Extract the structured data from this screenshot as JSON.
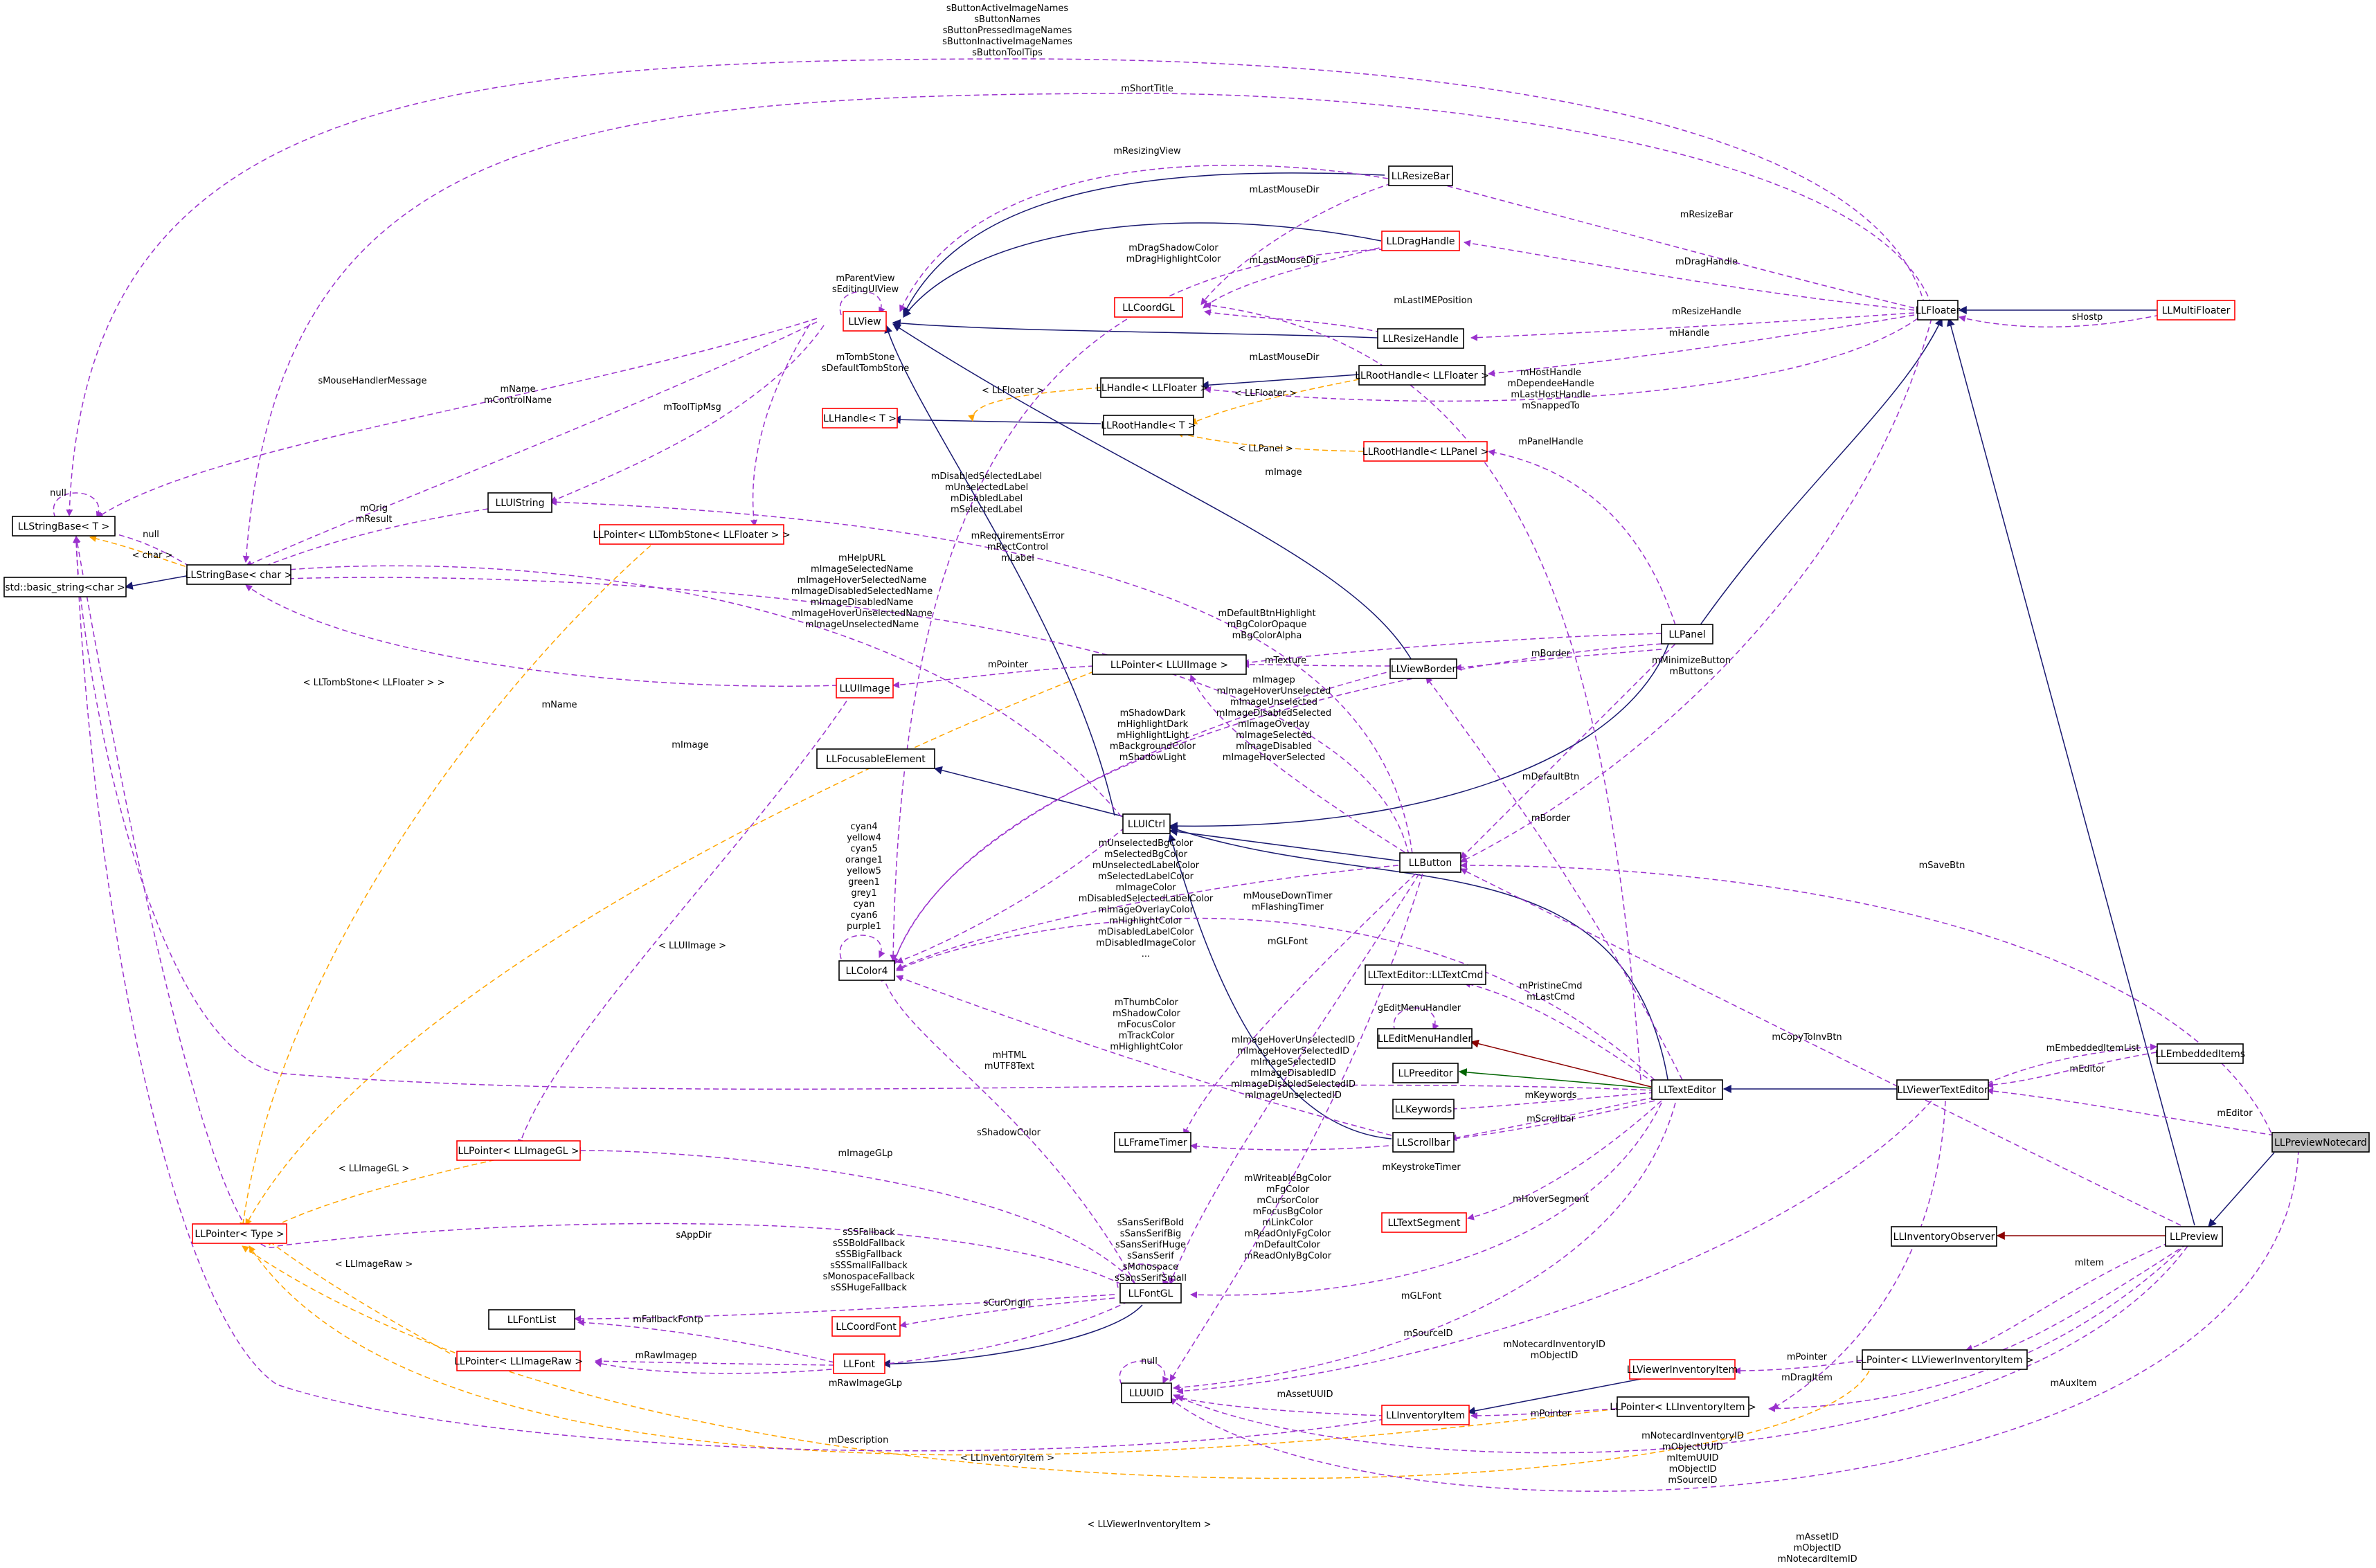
{
  "nodes": [
    {
      "id": "n_stringbaseT",
      "label": "LLStringBase< T >",
      "border": "black"
    },
    {
      "id": "n_basic_string",
      "label": "std::basic_string<char >",
      "border": "black"
    },
    {
      "id": "n_stringbase_char",
      "label": "LLStringBase< char >",
      "border": "black"
    },
    {
      "id": "n_pointer_type",
      "label": "LLPointer< Type >",
      "border": "red"
    },
    {
      "id": "n_uistring",
      "label": "LLUIString",
      "border": "black"
    },
    {
      "id": "n_pointer_tombstone",
      "label": "LLPointer< LLTombStone< LLFloater > >",
      "border": "red"
    },
    {
      "id": "n_llview",
      "label": "LLView",
      "border": "red"
    },
    {
      "id": "n_handleT",
      "label": "LLHandle< T >",
      "border": "red"
    },
    {
      "id": "n_coordgl",
      "label": "LLCoordGL",
      "border": "red"
    },
    {
      "id": "n_resizebar",
      "label": "LLResizeBar",
      "border": "black"
    },
    {
      "id": "n_draghandle",
      "label": "LLDragHandle",
      "border": "red"
    },
    {
      "id": "n_resizehandle",
      "label": "LLResizeHandle",
      "border": "black"
    },
    {
      "id": "n_handle_floater",
      "label": "LLHandle< LLFloater >",
      "border": "black"
    },
    {
      "id": "n_roothandleT",
      "label": "LLRootHandle< T >",
      "border": "black"
    },
    {
      "id": "n_roothandle_floater",
      "label": "LLRootHandle< LLFloater >",
      "border": "black"
    },
    {
      "id": "n_roothandle_panel",
      "label": "LLRootHandle< LLPanel >",
      "border": "red"
    },
    {
      "id": "n_floater",
      "label": "LLFloater",
      "border": "black"
    },
    {
      "id": "n_multifloater",
      "label": "LLMultiFloater",
      "border": "red"
    },
    {
      "id": "n_uiimage",
      "label": "LLUIImage",
      "border": "red"
    },
    {
      "id": "n_pointer_uiimage",
      "label": "LLPointer< LLUIImage >",
      "border": "black"
    },
    {
      "id": "n_viewborder",
      "label": "LLViewBorder",
      "border": "black"
    },
    {
      "id": "n_panel",
      "label": "LLPanel",
      "border": "black"
    },
    {
      "id": "n_focusable",
      "label": "LLFocusableElement",
      "border": "black"
    },
    {
      "id": "n_uictrl",
      "label": "LLUICtrl",
      "border": "black"
    },
    {
      "id": "n_button",
      "label": "LLButton",
      "border": "black"
    },
    {
      "id": "n_color4",
      "label": "LLColor4",
      "border": "black"
    },
    {
      "id": "n_textcmd",
      "label": "LLTextEditor::LLTextCmd",
      "border": "black"
    },
    {
      "id": "n_editmenuhandler",
      "label": "LLEditMenuHandler",
      "border": "black"
    },
    {
      "id": "n_preeditor",
      "label": "LLPreeditor",
      "border": "black"
    },
    {
      "id": "n_keywords",
      "label": "LLKeywords",
      "border": "black"
    },
    {
      "id": "n_scrollbar",
      "label": "LLScrollbar",
      "border": "black"
    },
    {
      "id": "n_frametimer",
      "label": "LLFrameTimer",
      "border": "black"
    },
    {
      "id": "n_texteditor",
      "label": "LLTextEditor",
      "border": "black"
    },
    {
      "id": "n_textsegment",
      "label": "LLTextSegment",
      "border": "red"
    },
    {
      "id": "n_viewertexteditor",
      "label": "LLViewerTextEditor",
      "border": "black"
    },
    {
      "id": "n_embeddeditems",
      "label": "LLEmbeddedItems",
      "border": "black"
    },
    {
      "id": "n_previewnotecard",
      "label": "LLPreviewNotecard",
      "border": "black",
      "fill": "#bfbfbf"
    },
    {
      "id": "n_inventoryobserver",
      "label": "LLInventoryObserver",
      "border": "black"
    },
    {
      "id": "n_preview",
      "label": "LLPreview",
      "border": "black"
    },
    {
      "id": "n_pointer_imagegl",
      "label": "LLPointer< LLImageGL >",
      "border": "red"
    },
    {
      "id": "n_fontgl",
      "label": "LLFontGL",
      "border": "black"
    },
    {
      "id": "n_fontlist",
      "label": "LLFontList",
      "border": "black"
    },
    {
      "id": "n_coordfont",
      "label": "LLCoordFont",
      "border": "red"
    },
    {
      "id": "n_pointer_imageraw",
      "label": "LLPointer< LLImageRaw >",
      "border": "red"
    },
    {
      "id": "n_llfont",
      "label": "LLFont",
      "border": "red"
    },
    {
      "id": "n_lluuid",
      "label": "LLUUID",
      "border": "black"
    },
    {
      "id": "n_viewerinventoryitem",
      "label": "LLViewerInventoryItem",
      "border": "red"
    },
    {
      "id": "n_inventoryitem",
      "label": "LLInventoryItem",
      "border": "red"
    },
    {
      "id": "n_pointer_inventoryitem",
      "label": "LLPointer< LLInventoryItem >",
      "border": "black"
    },
    {
      "id": "n_pointer_viewerinventoryitem",
      "label": "LLPointer< LLViewerInventoryItem >",
      "border": "black"
    }
  ],
  "edge_labels": [
    {
      "id": "l1",
      "lines": [
        "sButtonActiveImageNames",
        "sButtonNames",
        "sButtonPressedImageNames",
        "sButtonInactiveImageNames",
        "sButtonToolTips"
      ]
    },
    {
      "id": "l2",
      "lines": [
        "mShortTitle"
      ]
    },
    {
      "id": "l3",
      "lines": [
        "mResizingView"
      ]
    },
    {
      "id": "l4",
      "lines": [
        "mLastMouseDir"
      ]
    },
    {
      "id": "l5",
      "lines": [
        "mDragShadowColor",
        "mDragHighlightColor"
      ]
    },
    {
      "id": "l6",
      "lines": [
        "mLastMouseDir"
      ]
    },
    {
      "id": "l7",
      "lines": [
        "mParentView",
        "sEditingUIView"
      ]
    },
    {
      "id": "l8",
      "lines": [
        "mLastMouseDir"
      ]
    },
    {
      "id": "l9",
      "lines": [
        "mLastIMEPosition"
      ]
    },
    {
      "id": "l10",
      "lines": [
        "mResizeBar"
      ]
    },
    {
      "id": "l11",
      "lines": [
        "mDragHandle"
      ]
    },
    {
      "id": "l12",
      "lines": [
        "mResizeHandle"
      ]
    },
    {
      "id": "l13",
      "lines": [
        "mHandle"
      ]
    },
    {
      "id": "l14",
      "lines": [
        "sHostp"
      ]
    },
    {
      "id": "l15",
      "lines": [
        "mHostHandle",
        "mDependeeHandle",
        "mLastHostHandle",
        "mSnappedTo"
      ]
    },
    {
      "id": "l16",
      "lines": [
        "< LLFloater >"
      ]
    },
    {
      "id": "l17",
      "lines": [
        "< LLFloater >"
      ]
    },
    {
      "id": "l18",
      "lines": [
        "< LLPanel >"
      ]
    },
    {
      "id": "l19",
      "lines": [
        "mPanelHandle"
      ]
    },
    {
      "id": "l20",
      "lines": [
        "mTombStone",
        "sDefaultTombStone"
      ]
    },
    {
      "id": "l21",
      "lines": [
        "sMouseHandlerMessage"
      ]
    },
    {
      "id": "l22",
      "lines": [
        "mName",
        "mControlName"
      ]
    },
    {
      "id": "l23",
      "lines": [
        "mToolTipMsg"
      ]
    },
    {
      "id": "l24",
      "lines": [
        "null"
      ]
    },
    {
      "id": "l25",
      "lines": [
        "null"
      ]
    },
    {
      "id": "l26",
      "lines": [
        "< char >"
      ]
    },
    {
      "id": "l27",
      "lines": [
        "mOrig",
        "mResult"
      ]
    },
    {
      "id": "l28",
      "lines": [
        "mImage"
      ]
    },
    {
      "id": "l29",
      "lines": [
        "mDisabledSelectedLabel",
        "mUnselectedLabel",
        "mDisabledLabel",
        "mSelectedLabel"
      ]
    },
    {
      "id": "l30",
      "lines": [
        "mRequirementsError",
        "mRectControl",
        "mLabel"
      ]
    },
    {
      "id": "l31",
      "lines": [
        "mHelpURL",
        "mImageSelectedName",
        "mImageHoverSelectedName",
        "mImageDisabledSelectedName",
        "mImageDisabledName",
        "mImageHoverUnselectedName",
        "mImageUnselectedName"
      ]
    },
    {
      "id": "l32",
      "lines": [
        "mDefaultBtnHighlight",
        "mBgColorOpaque",
        "mBgColorAlpha"
      ]
    },
    {
      "id": "l33",
      "lines": [
        "mTexture"
      ]
    },
    {
      "id": "l34",
      "lines": [
        "mBorder"
      ]
    },
    {
      "id": "l35",
      "lines": [
        "mMinimizeButton",
        "mButtons"
      ]
    },
    {
      "id": "l36",
      "lines": [
        "mPointer"
      ]
    },
    {
      "id": "l37",
      "lines": [
        "< LLTombStone< LLFloater > >"
      ]
    },
    {
      "id": "l38",
      "lines": [
        "mName"
      ]
    },
    {
      "id": "l39",
      "lines": [
        "mImagep",
        "mImageHoverUnselected",
        "mImageUnselected",
        "mImageDisabledSelected",
        "mImageOverlay",
        "mImageSelected",
        "mImageDisabled",
        "mImageHoverSelected"
      ]
    },
    {
      "id": "l40",
      "lines": [
        "mShadowDark",
        "mHighlightDark",
        "mHighlightLight",
        "mBackgroundColor",
        "mShadowLight"
      ]
    },
    {
      "id": "l41",
      "lines": [
        "mImage"
      ]
    },
    {
      "id": "l42",
      "lines": [
        "mDefaultBtn"
      ]
    },
    {
      "id": "l43",
      "lines": [
        "mBorder"
      ]
    },
    {
      "id": "l44",
      "lines": [
        "mSaveBtn"
      ]
    },
    {
      "id": "l45",
      "lines": [
        "cyan4",
        "yellow4",
        "cyan5",
        "orange1",
        "yellow5",
        "green1",
        "grey1",
        "cyan",
        "cyan6",
        "purple1"
      ]
    },
    {
      "id": "l46",
      "lines": [
        "mUnselectedBgColor",
        "mSelectedBgColor",
        "mUnselectedLabelColor",
        "mSelectedLabelColor",
        "mImageColor",
        "mDisabledSelectedLabelColor",
        "mImageOverlayColor",
        "mHighlightColor",
        "mDisabledLabelColor",
        "mDisabledImageColor",
        "..."
      ]
    },
    {
      "id": "l47",
      "lines": [
        "mMouseDownTimer",
        "mFlashingTimer"
      ]
    },
    {
      "id": "l48",
      "lines": [
        "mGLFont"
      ]
    },
    {
      "id": "l49",
      "lines": [
        "mPristineCmd",
        "mLastCmd"
      ]
    },
    {
      "id": "l50",
      "lines": [
        "gEditMenuHandler"
      ]
    },
    {
      "id": "l51",
      "lines": [
        "< LLUIImage >"
      ]
    },
    {
      "id": "l52",
      "lines": [
        "mThumbColor",
        "mShadowColor",
        "mFocusColor",
        "mTrackColor",
        "mHighlightColor"
      ]
    },
    {
      "id": "l53",
      "lines": [
        "mHTML",
        "mUTF8Text"
      ]
    },
    {
      "id": "l54",
      "lines": [
        "mImageHoverUnselectedID",
        "mImageHoverSelectedID",
        "mImageSelectedID",
        "mImageDisabledID",
        "mImageDisabledSelectedID",
        "mImageUnselectedID"
      ]
    },
    {
      "id": "l55",
      "lines": [
        "mKeywords"
      ]
    },
    {
      "id": "l56",
      "lines": [
        "mScrollbar"
      ]
    },
    {
      "id": "l57",
      "lines": [
        "mCopyToInvBtn"
      ]
    },
    {
      "id": "l58",
      "lines": [
        "mEmbeddedItemList"
      ]
    },
    {
      "id": "l59",
      "lines": [
        "mEditor"
      ]
    },
    {
      "id": "l60",
      "lines": [
        "mEditor"
      ]
    },
    {
      "id": "l61",
      "lines": [
        "sShadowColor"
      ]
    },
    {
      "id": "l62",
      "lines": [
        "< LLImageGL >"
      ]
    },
    {
      "id": "l63",
      "lines": [
        "mImageGLp"
      ]
    },
    {
      "id": "l64",
      "lines": [
        "mKeystrokeTimer"
      ]
    },
    {
      "id": "l65",
      "lines": [
        "mHoverSegment"
      ]
    },
    {
      "id": "l66",
      "lines": [
        "mItem"
      ]
    },
    {
      "id": "l67",
      "lines": [
        "sAppDir"
      ]
    },
    {
      "id": "l68",
      "lines": [
        "< LLImageRaw >"
      ]
    },
    {
      "id": "l69",
      "lines": [
        "sSSFallback",
        "sSSBoldFallback",
        "sSSBigFallback",
        "sSSSmallFallback",
        "sMonospaceFallback",
        "sSSHugeFallback"
      ]
    },
    {
      "id": "l70",
      "lines": [
        "sSansSerifBold",
        "sSansSerifBig",
        "sSansSerifHuge",
        "sSansSerif",
        "sMonospace",
        "sSansSerifSmall"
      ]
    },
    {
      "id": "l71",
      "lines": [
        "mWriteableBgColor",
        "mFgColor",
        "mCursorColor",
        "mFocusBgColor",
        "mLinkColor",
        "mReadOnlyFgColor",
        "mDefaultColor",
        "mReadOnlyBgColor"
      ]
    },
    {
      "id": "l72",
      "lines": [
        "sCurOrigin"
      ]
    },
    {
      "id": "l73",
      "lines": [
        "mGLFont"
      ]
    },
    {
      "id": "l74",
      "lines": [
        "mFallbackFontp"
      ]
    },
    {
      "id": "l75",
      "lines": [
        "mRawImagep"
      ]
    },
    {
      "id": "l76",
      "lines": [
        "mSourceID"
      ]
    },
    {
      "id": "l77",
      "lines": [
        "mNotecardInventoryID",
        "mObjectID"
      ]
    },
    {
      "id": "l78",
      "lines": [
        "mRawImageGLp"
      ]
    },
    {
      "id": "l79",
      "lines": [
        "null"
      ]
    },
    {
      "id": "l80",
      "lines": [
        "mPointer"
      ]
    },
    {
      "id": "l81",
      "lines": [
        "mDragItem"
      ]
    },
    {
      "id": "l82",
      "lines": [
        "mAssetUUID"
      ]
    },
    {
      "id": "l83",
      "lines": [
        "mAuxItem"
      ]
    },
    {
      "id": "l84",
      "lines": [
        "mPointer"
      ]
    },
    {
      "id": "l85",
      "lines": [
        "mDescription"
      ]
    },
    {
      "id": "l86",
      "lines": [
        "< LLInventoryItem >"
      ]
    },
    {
      "id": "l87",
      "lines": [
        "mNotecardInventoryID",
        "mObjectUUID",
        "mItemUUID",
        "mObjectID",
        "mSourceID"
      ]
    },
    {
      "id": "l88",
      "lines": [
        "< LLViewerInventoryItem >"
      ]
    },
    {
      "id": "l89",
      "lines": [
        "mAssetID",
        "mObjectID",
        "mNotecardItemID"
      ]
    }
  ]
}
